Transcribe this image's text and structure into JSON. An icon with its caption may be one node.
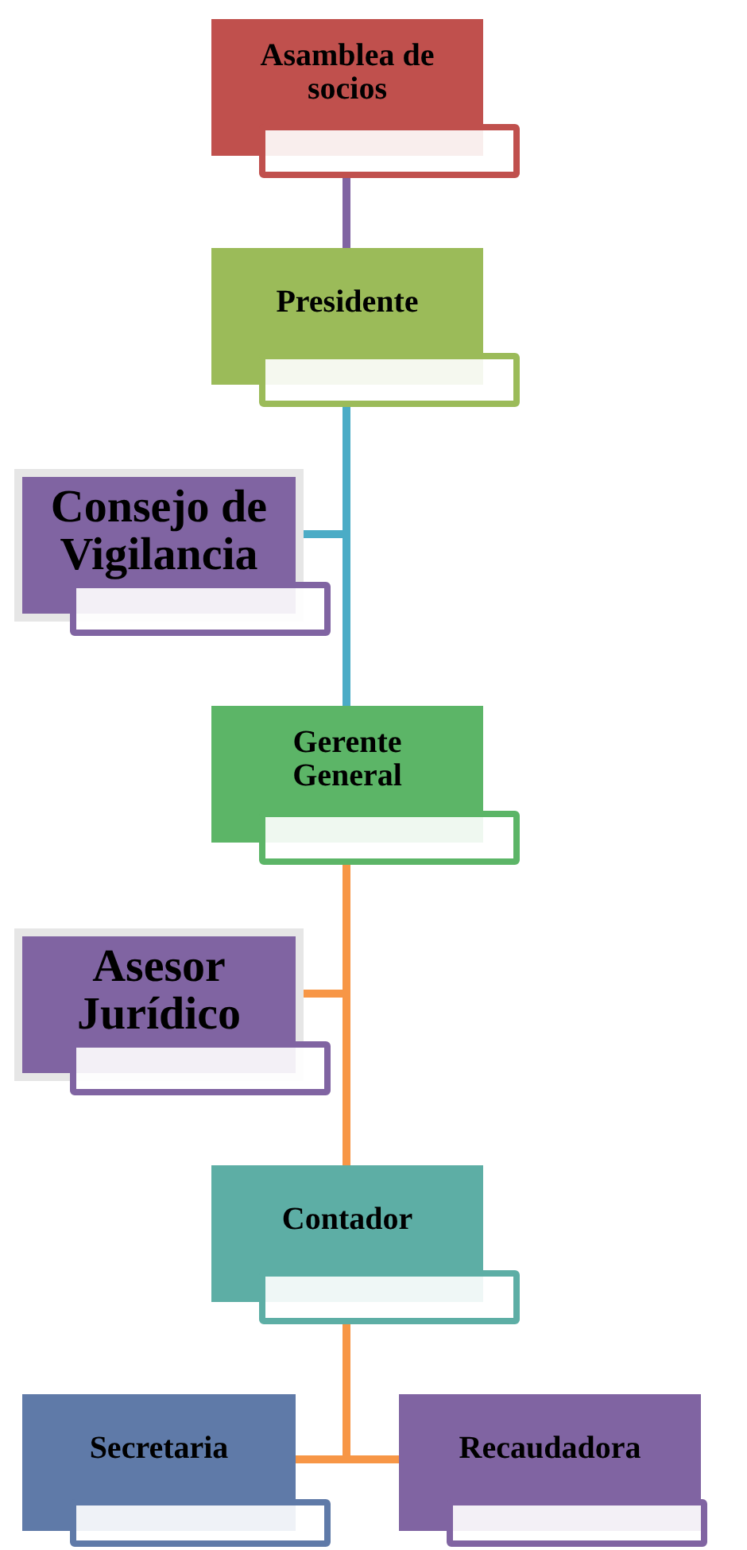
{
  "diagram": {
    "nodes": [
      {
        "text": [
          "Asamblea de socios"
        ]
      },
      {
        "text": [
          "Presidente"
        ]
      },
      {
        "text": [
          "Consejo de Vigilancia"
        ]
      },
      {
        "text": [
          "Gerente General"
        ]
      },
      {
        "text": [
          "Asesor Jurídico"
        ]
      },
      {
        "text": [
          "Contador"
        ]
      },
      {
        "text": [
          "Secretaria"
        ]
      },
      {
        "text": [
          "Recaudadora"
        ]
      }
    ],
    "edges": [
      {
        "from": 0,
        "to": 1,
        "arrow": "none",
        "color": "#8064a2"
      },
      {
        "from": 1,
        "to": 2,
        "arrow": "none",
        "color": "#4bacc6"
      },
      {
        "from": 1,
        "to": 3,
        "arrow": "none",
        "color": "#4bacc6"
      },
      {
        "from": 3,
        "to": 4,
        "arrow": "none"
      },
      {
        "from": 3,
        "to": 5,
        "arrow": "none"
      },
      {
        "from": 5,
        "to": 6,
        "arrow": "none"
      },
      {
        "from": 5,
        "to": 7,
        "arrow": "none"
      }
    ]
  }
}
